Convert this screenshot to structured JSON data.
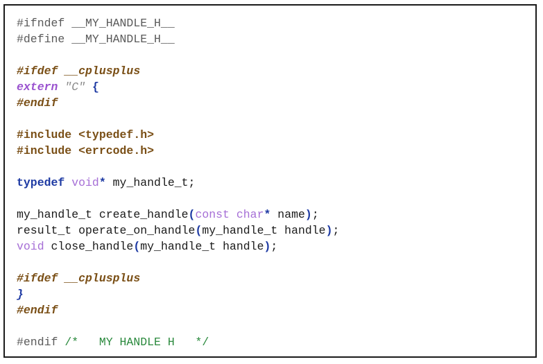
{
  "code": {
    "lines": [
      [
        {
          "t": "#ifndef __MY_HANDLE_H__",
          "c": "macro"
        }
      ],
      [
        {
          "t": "#define __MY_HANDLE_H__",
          "c": "macro"
        }
      ],
      [],
      [
        {
          "t": "#ifdef __cplusplus",
          "c": "italic-dir"
        }
      ],
      [
        {
          "t": "extern",
          "c": "kw-purple"
        },
        {
          "t": " ",
          "c": "plain"
        },
        {
          "t": "\"C\"",
          "c": "string"
        },
        {
          "t": " ",
          "c": "plain"
        },
        {
          "t": "{",
          "c": "paren"
        }
      ],
      [
        {
          "t": "#endif",
          "c": "italic-dir"
        }
      ],
      [],
      [
        {
          "t": "#include <typedef.h>",
          "c": "bold-dir"
        }
      ],
      [
        {
          "t": "#include <errcode.h>",
          "c": "bold-dir"
        }
      ],
      [],
      [
        {
          "t": "typedef",
          "c": "kw-blue"
        },
        {
          "t": " ",
          "c": "plain"
        },
        {
          "t": "void",
          "c": "type-purple"
        },
        {
          "t": "*",
          "c": "paren"
        },
        {
          "t": " my_handle_t;",
          "c": "plain"
        }
      ],
      [],
      [
        {
          "t": "my_handle_t create_handle",
          "c": "plain"
        },
        {
          "t": "(",
          "c": "paren"
        },
        {
          "t": "const",
          "c": "type-purple"
        },
        {
          "t": " ",
          "c": "plain"
        },
        {
          "t": "char",
          "c": "type-purple"
        },
        {
          "t": "*",
          "c": "paren"
        },
        {
          "t": " name",
          "c": "plain"
        },
        {
          "t": ")",
          "c": "paren"
        },
        {
          "t": ";",
          "c": "plain"
        }
      ],
      [
        {
          "t": "result_t operate_on_handle",
          "c": "plain"
        },
        {
          "t": "(",
          "c": "paren"
        },
        {
          "t": "my_handle_t handle",
          "c": "plain"
        },
        {
          "t": ")",
          "c": "paren"
        },
        {
          "t": ";",
          "c": "plain"
        }
      ],
      [
        {
          "t": "void",
          "c": "type-purple"
        },
        {
          "t": " close_handle",
          "c": "plain"
        },
        {
          "t": "(",
          "c": "paren"
        },
        {
          "t": "my_handle_t handle",
          "c": "plain"
        },
        {
          "t": ")",
          "c": "paren"
        },
        {
          "t": ";",
          "c": "plain"
        }
      ],
      [],
      [
        {
          "t": "#ifdef __cplusplus",
          "c": "italic-dir"
        }
      ],
      [
        {
          "t": "}",
          "c": "brace"
        }
      ],
      [
        {
          "t": "#endif",
          "c": "italic-dir"
        }
      ],
      [],
      [
        {
          "t": "#endif ",
          "c": "macro"
        },
        {
          "t": "/*   MY HANDLE H   */",
          "c": "comment"
        }
      ]
    ]
  }
}
